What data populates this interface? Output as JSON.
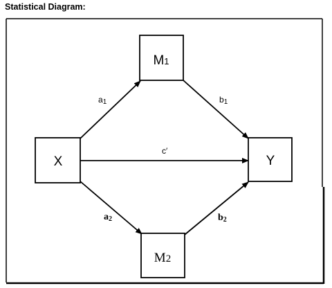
{
  "heading": "Statistical Diagram:",
  "nodes": {
    "m1": {
      "main": "M",
      "sub": "1"
    },
    "m2": {
      "main": "M",
      "sub": "2"
    },
    "x": {
      "label": "X"
    },
    "y": {
      "label": "Y"
    }
  },
  "edges": {
    "a1": {
      "main": "a",
      "sub": "1"
    },
    "b1": {
      "main": "b",
      "sub": "1"
    },
    "c": {
      "label": "c′"
    },
    "a2": {
      "main": "a",
      "sub": "2"
    },
    "b2": {
      "main": "b",
      "sub": "2"
    }
  },
  "colors": {
    "stroke": "#000000",
    "background": "#ffffff"
  }
}
